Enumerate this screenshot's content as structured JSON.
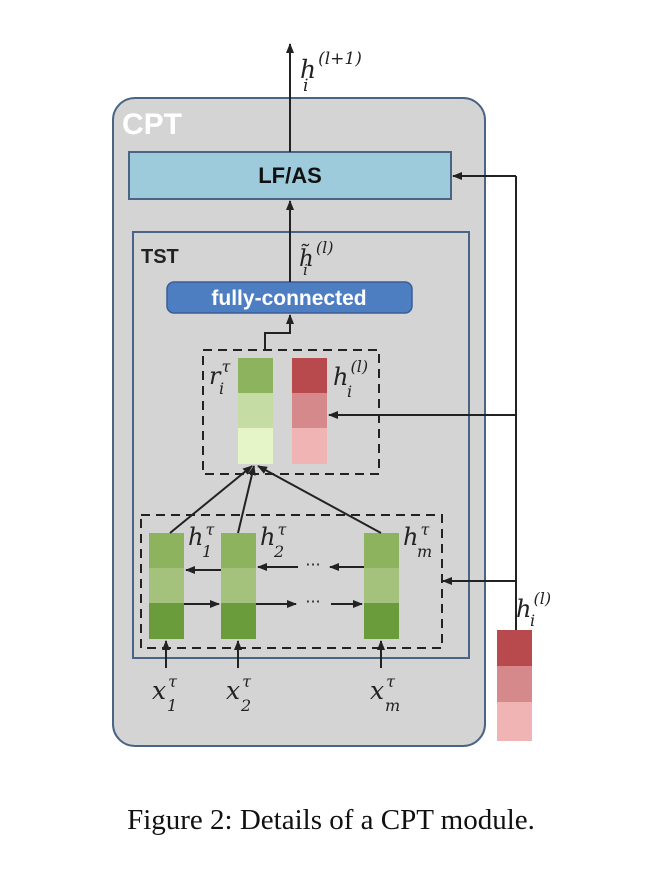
{
  "module": {
    "title": "CPT",
    "top_block": "LF/AS",
    "inner_title": "TST",
    "fc_block": "fully-connected"
  },
  "labels": {
    "h_out": {
      "base": "h",
      "sub": "i",
      "sup": "(l+1)"
    },
    "h_tilde": {
      "base": "h̃",
      "sub": "i",
      "sup": "(l)"
    },
    "r": {
      "base": "r",
      "sub": "i",
      "sup": "τ"
    },
    "h_in_inner": {
      "base": "h",
      "sub": "i",
      "sup": "(l)"
    },
    "h_in_outer": {
      "base": "h",
      "sub": "i",
      "sup": "(l)"
    },
    "h1": {
      "base": "h",
      "sub": "1",
      "sup": "τ"
    },
    "h2": {
      "base": "h",
      "sub": "2",
      "sup": "τ"
    },
    "hm": {
      "base": "h",
      "sub": "m",
      "sup": "τ"
    },
    "x1": {
      "base": "x",
      "sub": "1",
      "sup": "τ"
    },
    "x2": {
      "base": "x",
      "sub": "2",
      "sup": "τ"
    },
    "xm": {
      "base": "x",
      "sub": "m",
      "sup": "τ"
    },
    "dots_left": "···",
    "dots_right": "···"
  },
  "caption": "Figure 2: Details of a CPT module.",
  "colors": {
    "outer_bg": "#d4d4d4",
    "border": "#4a6484",
    "lfas_fill": "#9ecbdb",
    "fc_fill": "#4e7ec2",
    "green_dark": "#6a9c3c",
    "green_mid": "#8db35f",
    "green_light": "#b8d196",
    "green_pale": "#e5f5c8",
    "red_dark": "#b8494c",
    "red_mid": "#d6898a",
    "red_light": "#f0b4b4"
  }
}
